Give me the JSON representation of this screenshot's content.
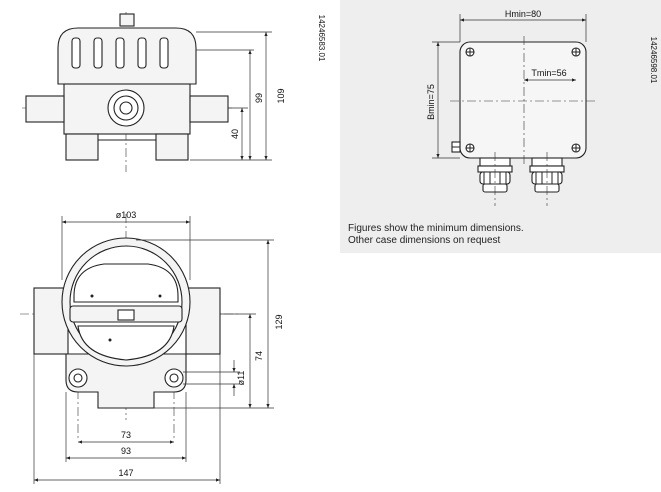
{
  "top_left_view": {
    "ref_code": "14246583.01",
    "dims": {
      "height_total": "109",
      "height_body": "99",
      "height_center": "40"
    }
  },
  "front_view": {
    "dims": {
      "diameter": "ø103",
      "height": "129",
      "center_height": "74",
      "hole": "ø11",
      "hole_spacing": "73",
      "width_base": "93",
      "width_total": "147"
    }
  },
  "right_view": {
    "ref_code": "14246598.01",
    "dims": {
      "hmin": "Hmin=80",
      "bmin": "Bmin=75",
      "tmin": "Tmin=56"
    }
  },
  "notes": {
    "line1": "Figures show the minimum dimensions.",
    "line2": "Other case dimensions on request"
  }
}
